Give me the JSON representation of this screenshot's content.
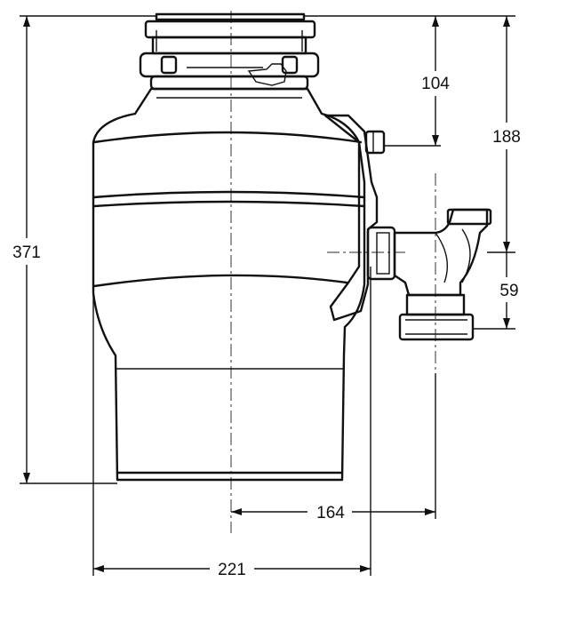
{
  "dimensions": {
    "overall_height": "371",
    "top_to_inlet": "104",
    "top_to_outlet": "188",
    "outlet_to_bottom_of_elbow": "59",
    "centerline_to_outlet": "164",
    "body_width": "221"
  },
  "colors": {
    "line": "#111111",
    "background": "#ffffff"
  }
}
